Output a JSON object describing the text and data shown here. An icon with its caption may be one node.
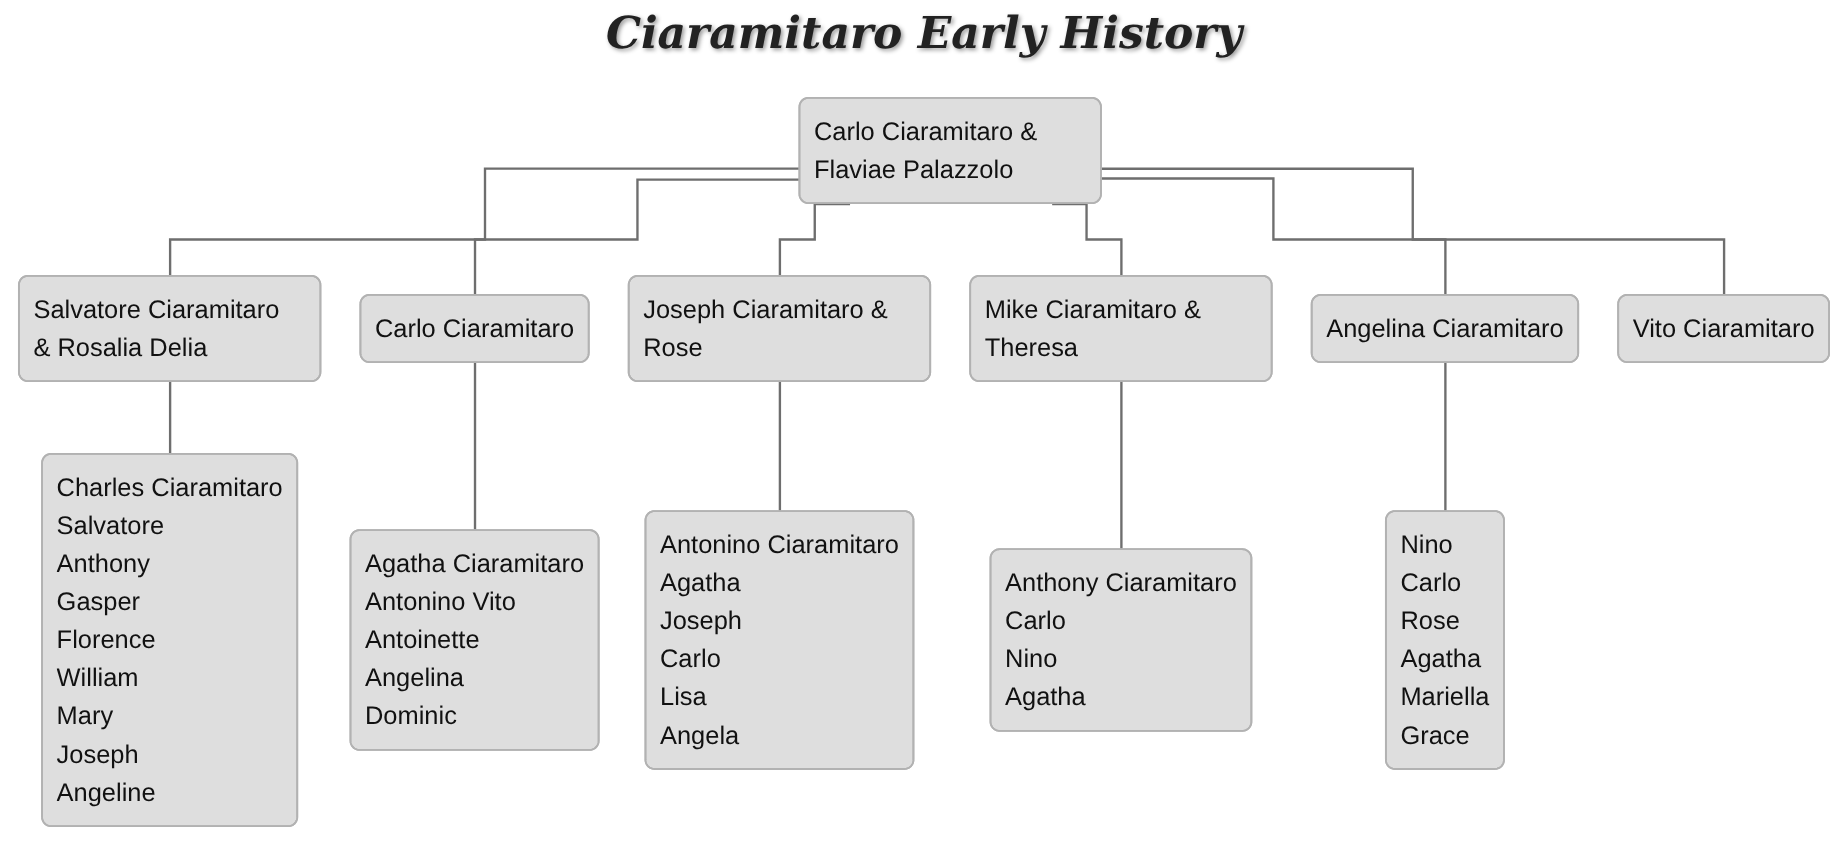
{
  "diagram": {
    "title": "Ciaramitaro Early History",
    "nodes": [
      {
        "text": [
          "Carlo Ciaramitaro & Flaviae Palazzolo"
        ]
      },
      {
        "text": [
          "Salvatore Ciaramitaro & Rosalia Delia"
        ]
      },
      {
        "text": [
          "Carlo Ciaramitaro"
        ]
      },
      {
        "text": [
          "Joseph Ciaramitaro & Rose"
        ]
      },
      {
        "text": [
          "Mike Ciaramitaro & Theresa"
        ]
      },
      {
        "text": [
          "Angelina Ciaramitaro"
        ]
      },
      {
        "text": [
          "Vito Ciaramitaro"
        ]
      },
      {
        "text": [
          "Charles Ciaramitaro",
          "Salvatore",
          "Anthony",
          "Gasper",
          "Florence",
          "William",
          "Mary",
          "Joseph",
          "Angeline"
        ]
      },
      {
        "text": [
          "Agatha Ciaramitaro",
          "Antonino Vito",
          "Antoinette",
          "Angelina",
          "Dominic"
        ]
      },
      {
        "text": [
          "Antonino Ciaramitaro",
          "Agatha",
          "Joseph",
          "Carlo",
          "Lisa",
          "Angela"
        ]
      },
      {
        "text": [
          "Anthony Ciaramitaro",
          "Carlo",
          "Nino",
          "Agatha"
        ]
      },
      {
        "text": [
          "Nino",
          "Carlo",
          "Rose",
          "Agatha",
          "Mariella",
          "Grace"
        ]
      }
    ],
    "edges": [
      {
        "from": 0,
        "to": 1,
        "arrow": "none"
      },
      {
        "from": 0,
        "to": 2,
        "arrow": "none"
      },
      {
        "from": 0,
        "to": 3,
        "arrow": "none"
      },
      {
        "from": 0,
        "to": 4,
        "arrow": "none"
      },
      {
        "from": 0,
        "to": 5,
        "arrow": "none"
      },
      {
        "from": 0,
        "to": 6,
        "arrow": "none"
      },
      {
        "from": 1,
        "to": 7,
        "arrow": "none"
      },
      {
        "from": 2,
        "to": 8,
        "arrow": "none"
      },
      {
        "from": 3,
        "to": 9,
        "arrow": "none"
      },
      {
        "from": 4,
        "to": 10,
        "arrow": "none"
      },
      {
        "from": 5,
        "to": 11,
        "arrow": "none"
      }
    ]
  }
}
